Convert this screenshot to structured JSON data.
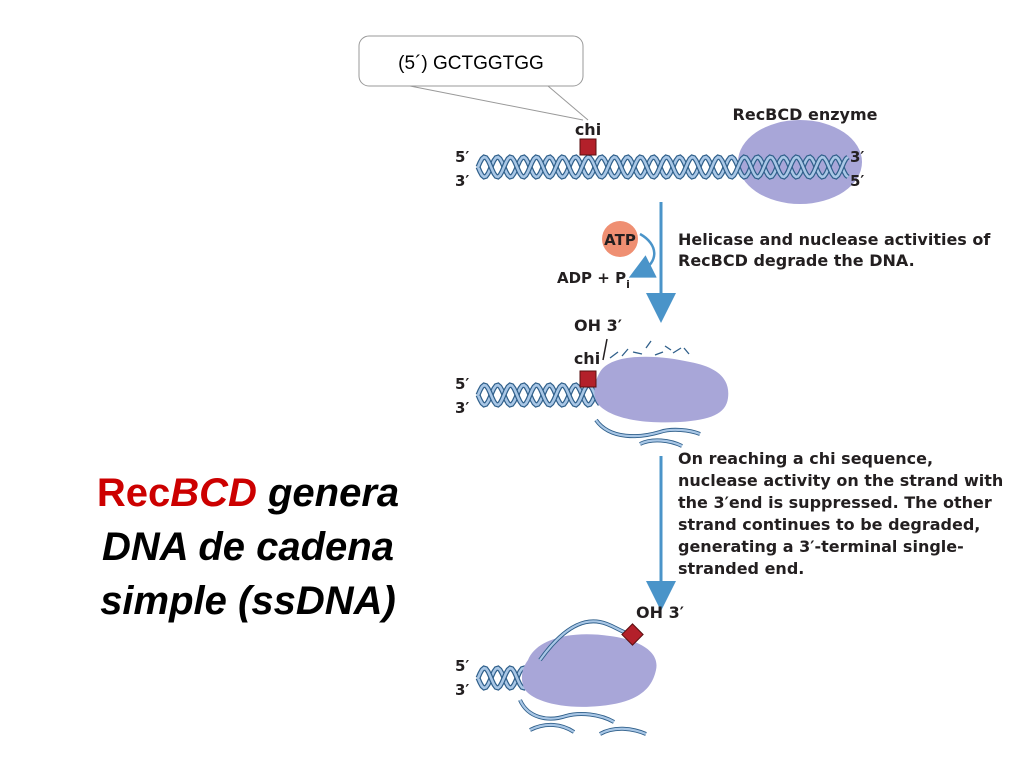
{
  "title": {
    "rec": "Rec",
    "bcd": "BCD",
    "line1_rest": " genera",
    "line2": "DNA de cadena",
    "line3": "simple (ssDNA)"
  },
  "callout": {
    "sequence": "(5´) GCTGGTGG"
  },
  "stage1": {
    "chi": "chi",
    "enzyme": "RecBCD enzyme",
    "left_top": "5′",
    "left_bottom": "3′",
    "right_top": "3′",
    "right_bottom": "5′"
  },
  "step1": {
    "atp": "ATP",
    "adp": "ADP + P",
    "adp_sub": "i",
    "caption_lines": [
      "Helicase and nuclease activities of",
      "RecBCD degrade the DNA."
    ]
  },
  "stage2": {
    "oh": "OH 3′",
    "chi": "chi",
    "left_top": "5′",
    "left_bottom": "3′"
  },
  "step2": {
    "caption_lines": [
      "On reaching a chi sequence,",
      "nuclease activity on the strand with",
      "the 3′end is suppressed. The other",
      "strand continues to be degraded,",
      "generating a 3′-terminal single-",
      "stranded end."
    ]
  },
  "stage3": {
    "oh": "OH 3′",
    "left_top": "5′",
    "left_bottom": "3′"
  },
  "colors": {
    "title_accent": "#cc0000",
    "dna_strand": "#a9c7e6",
    "dna_outline": "#2f5f8a",
    "enzyme": "#a8a6d8",
    "chi_site": "#b3202a",
    "atp": "#ef8f72",
    "arrow": "#4a94c9"
  }
}
